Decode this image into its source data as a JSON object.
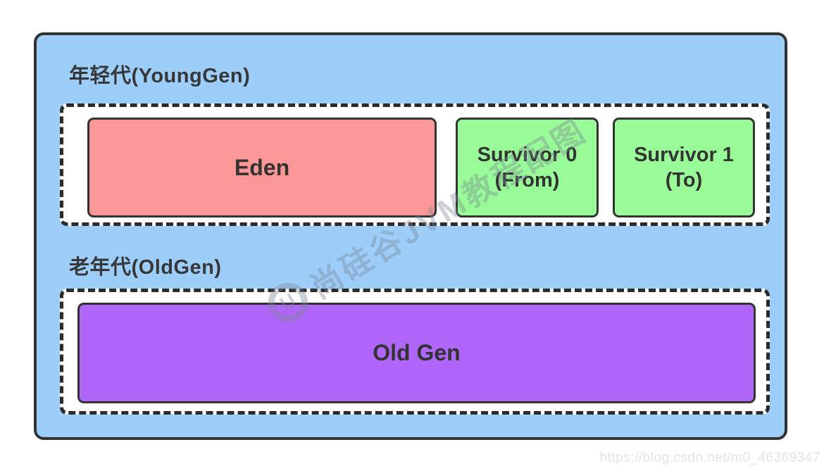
{
  "young": {
    "label": "年轻代(YoungGen)",
    "eden": {
      "label": "Eden",
      "color": "#fc9797"
    },
    "survivor0": {
      "label": "Survivor 0",
      "sublabel": "(From)",
      "color": "#98fb98"
    },
    "survivor1": {
      "label": "Survivor 1",
      "sublabel": "(To)",
      "color": "#98fb98"
    }
  },
  "old": {
    "label": "老年代(OldGen)",
    "oldgen": {
      "label": "Old Gen",
      "color": "#b066f8"
    }
  },
  "watermark": {
    "logo_glyph": "U",
    "text": "尚硅谷JVM教程配图"
  },
  "footer": {
    "url": "https://blog.csdn.net/m0_46369347"
  },
  "colors": {
    "outer_background": "#9dcefa",
    "border_dark": "#333333",
    "dashed_container_background": "#ffffff",
    "eden": "#fc9797",
    "survivor": "#98fb98",
    "old_gen": "#b066f8",
    "label_text": "#373737",
    "watermark_gray": "#7a8594",
    "url_gray": "#e4e4e6"
  }
}
